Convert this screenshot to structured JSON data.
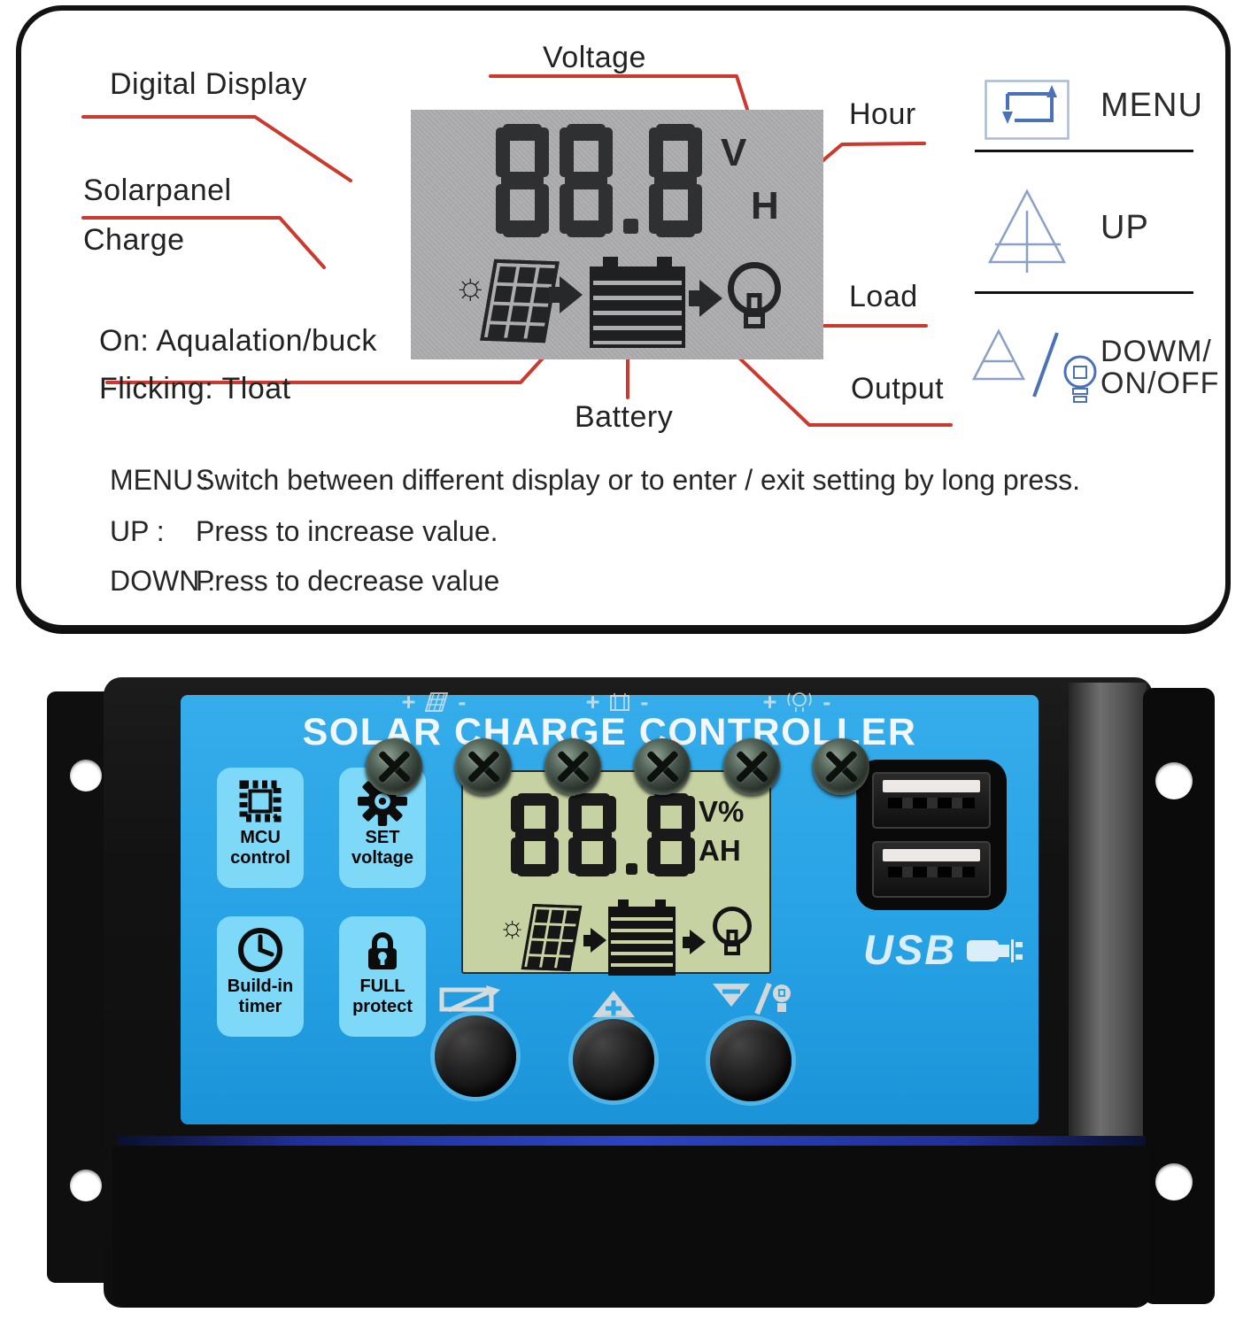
{
  "colors": {
    "accent_red": "#CE392E",
    "label_black": "#1E1E1E",
    "diagram_lcd_gray": "#ADADAF",
    "icon_blue": "#4A72B8",
    "panel_blue": "#2AA7E8",
    "badge_blue": "#7ED8F7",
    "product_lcd_green": "#C6D2A2",
    "body_black": "#141414",
    "terminal_strip_blue": "#20309A"
  },
  "glyphs": {
    "sun": "☼"
  },
  "diagram": {
    "labels": {
      "digital_display": "Digital Display",
      "voltage": "Voltage",
      "solarpanel": "Solarpanel",
      "charge": "Charge",
      "on_state": "On: Aqualation/buck",
      "flicking": "Flicking: Tloat",
      "battery": "Battery",
      "hour": "Hour",
      "load": "Load",
      "output": "Output"
    },
    "lcd": {
      "value": "88.8",
      "unit_volt": "V",
      "unit_hour": "H"
    },
    "keys": {
      "menu": "MENU",
      "up": "UP",
      "down_line1": "DOWM/",
      "down_line2": "ON/OFF"
    },
    "instructions": [
      {
        "key": "MENU :",
        "text": "Switch between different display or to enter / exit setting by long press."
      },
      {
        "key": "UP :",
        "text": "Press to increase value."
      },
      {
        "key": "DOWN :",
        "text": "Press to decrease value"
      }
    ]
  },
  "product": {
    "title": "SOLAR CHARGE CONTROLLER",
    "badges": [
      {
        "line1": "MCU",
        "line2": "control",
        "icon": "chip-icon"
      },
      {
        "line1": "SET",
        "line2": "voltage",
        "icon": "gear-icon"
      },
      {
        "line1": "Build-in",
        "line2": "timer",
        "icon": "clock-icon"
      },
      {
        "line1": "FULL",
        "line2": "protect",
        "icon": "lock-icon"
      }
    ],
    "lcd": {
      "value": "88.8",
      "unit_top": "V%",
      "unit_bottom": "AH"
    },
    "usb_label": "USB",
    "terminal_groups": [
      {
        "plus": "+",
        "minus": "-",
        "icon": "solar-panel-icon"
      },
      {
        "plus": "+",
        "minus": "-",
        "icon": "battery-icon"
      },
      {
        "plus": "+",
        "minus": "-",
        "icon": "bulb-icon"
      }
    ]
  }
}
